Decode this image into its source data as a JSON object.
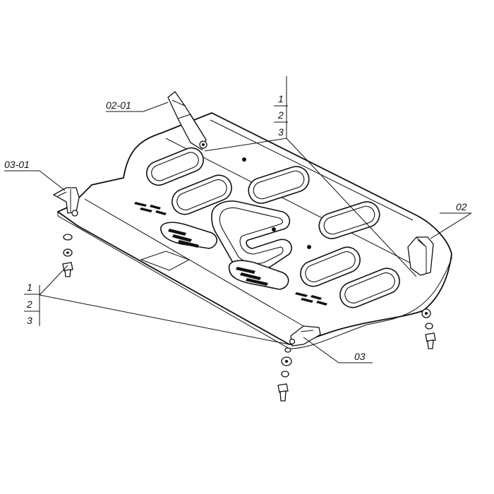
{
  "labels": {
    "bracket_top": "02-01",
    "bracket_left": "03-01",
    "bracket_right": "02",
    "bracket_bottom": "03",
    "fastener_group_top": [
      "1",
      "2",
      "3"
    ],
    "fastener_group_left": [
      "1",
      "2",
      "3"
    ]
  }
}
